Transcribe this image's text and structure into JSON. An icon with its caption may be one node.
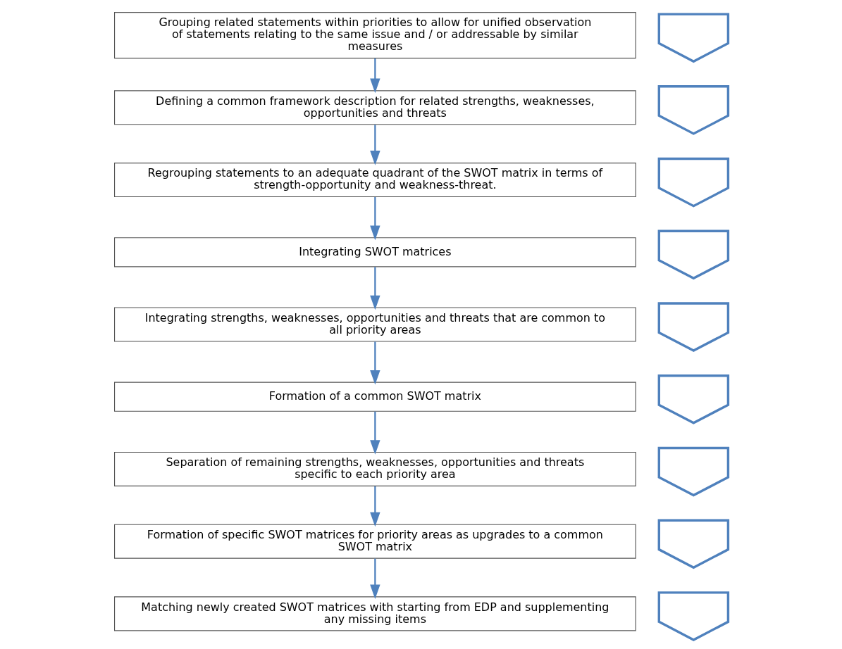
{
  "diagram": {
    "nodes": [
      {
        "text": [
          "Grouping related statements within priorities to allow for unified observation of statements relating to the same issue and / or addressable by similar measures"
        ]
      },
      {
        "text": [
          "Defining a common framework description for related strengths, weaknesses, opportunities and threats"
        ]
      },
      {
        "text": [
          "Regrouping statements to an adequate quadrant of the SWOT matrix in terms of strength-opportunity and weakness-threat."
        ]
      },
      {
        "text": [
          "Integrating SWOT matrices"
        ]
      },
      {
        "text": [
          "Integrating strengths, weaknesses, opportunities and threats that are common to all priority areas"
        ]
      },
      {
        "text": [
          "Formation of a common SWOT matrix"
        ]
      },
      {
        "text": [
          "Separation of remaining strengths, weaknesses, opportunities and threats specific to each priority area"
        ]
      },
      {
        "text": [
          "Formation of specific SWOT matrices for priority areas as upgrades to a common SWOT matrix"
        ]
      },
      {
        "text": [
          "Matching newly created SWOT matrices with starting from EDP and supplementing any missing items"
        ]
      },
      {
        "text": [],
        "shape": "chevron"
      },
      {
        "text": [],
        "shape": "chevron"
      },
      {
        "text": [],
        "shape": "chevron"
      },
      {
        "text": [],
        "shape": "chevron"
      },
      {
        "text": [],
        "shape": "chevron"
      },
      {
        "text": [],
        "shape": "chevron"
      },
      {
        "text": [],
        "shape": "chevron"
      },
      {
        "text": [],
        "shape": "chevron"
      },
      {
        "text": [],
        "shape": "chevron"
      }
    ],
    "edges": [
      {
        "from": 0,
        "to": 1,
        "arrow": "to"
      },
      {
        "from": 1,
        "to": 2,
        "arrow": "to"
      },
      {
        "from": 2,
        "to": 3,
        "arrow": "to"
      },
      {
        "from": 3,
        "to": 4,
        "arrow": "to"
      },
      {
        "from": 4,
        "to": 5,
        "arrow": "to"
      },
      {
        "from": 5,
        "to": 6,
        "arrow": "to"
      },
      {
        "from": 6,
        "to": 7,
        "arrow": "to"
      },
      {
        "from": 7,
        "to": 8,
        "arrow": "to"
      }
    ]
  }
}
